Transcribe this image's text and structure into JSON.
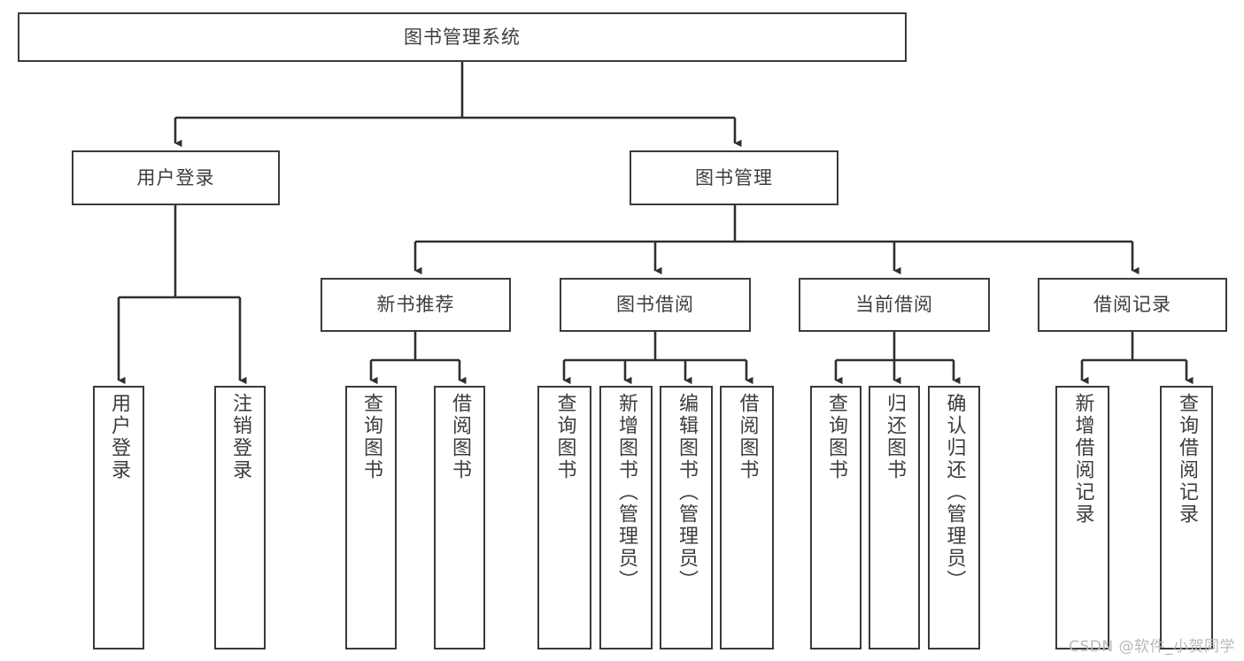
{
  "diagram": {
    "title": "图书管理系统",
    "type": "hierarchy-tree",
    "watermark": "CSDN @软件_小贺同学",
    "colors": {
      "box_border": "#3a3a3a",
      "box_fill": "#ffffff",
      "text": "#3d3d3d",
      "connector": "#2f2f2f",
      "watermark": "#b9b9b9"
    },
    "nodes": {
      "root": "图书管理系统",
      "level2": [
        "用户登录",
        "图书管理"
      ],
      "level3": [
        "新书推荐",
        "图书借阅",
        "当前借阅",
        "借阅记录"
      ],
      "leaves": {
        "user_login": [
          "用户登录",
          "注销登录"
        ],
        "new_book_recommend": [
          "查询图书",
          "借阅图书"
        ],
        "book_borrow": [
          "查询图书",
          "新增图书（管理员）",
          "编辑图书（管理员）",
          "借阅图书"
        ],
        "current_borrow": [
          "查询图书",
          "归还图书",
          "确认归还（管理员）"
        ],
        "borrow_record": [
          "新增借阅记录",
          "查询借阅记录"
        ]
      }
    }
  }
}
